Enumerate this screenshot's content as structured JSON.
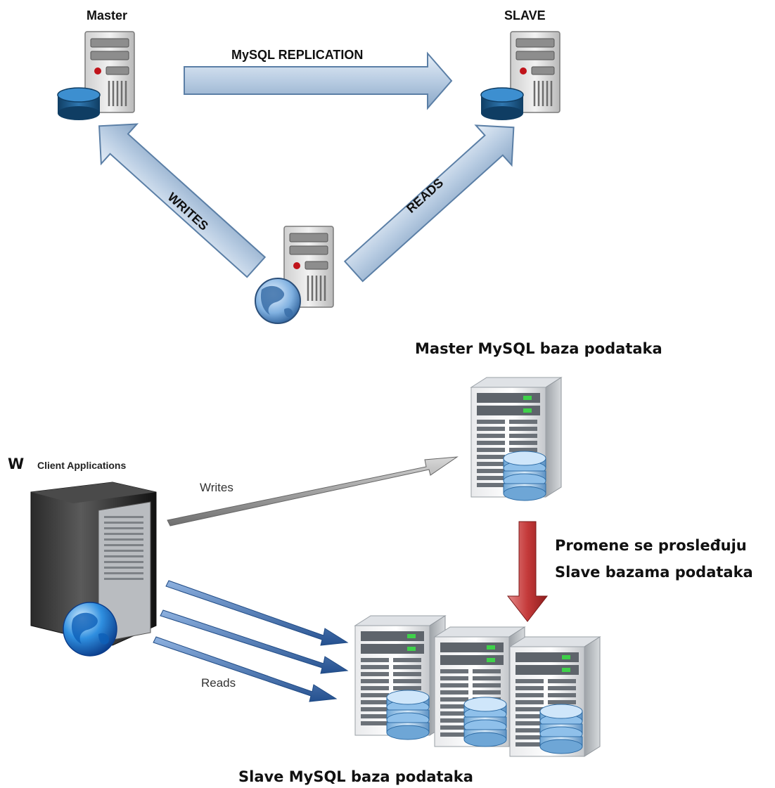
{
  "top_diagram": {
    "master_label": "Master",
    "slave_label": "SLAVE",
    "replication_label": "MySQL REPLICATION",
    "writes_label": "WRITES",
    "reads_label": "READS",
    "icons": [
      "server-icon",
      "database-icon",
      "globe-icon"
    ],
    "arrow_color": "#b9cde3"
  },
  "bottom_diagram": {
    "master_db_label": "Master MySQL baza podataka",
    "client_prefix": "W",
    "client_label": "Client Applications",
    "writes_label": "Writes",
    "reads_label": "Reads",
    "propagation_line1": "Promene se prosleđuju",
    "propagation_line2": "Slave bazama podataka",
    "slave_db_label": "Slave MySQL baza podataka",
    "write_arrow_color": "#8a8a8a",
    "read_arrow_color": "#3f6fb0",
    "propagation_arrow_color": "#b32a2a"
  }
}
